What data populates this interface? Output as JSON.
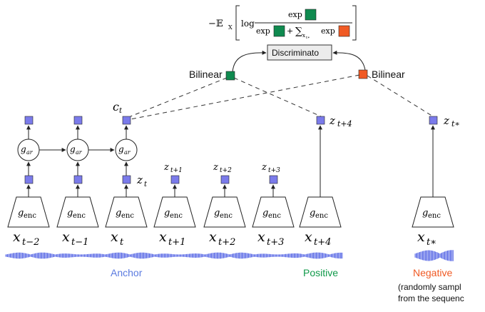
{
  "formula": {
    "prefix": "−𝔼",
    "prefix_sub": "X",
    "log": "log",
    "numerator": "exp",
    "den_left": "exp",
    "den_plus": "+",
    "den_sum": "∑",
    "den_sum_sub": "x",
    "den_sum_sub2": "t∗",
    "den_right": "exp",
    "pos_color": "#0f8a4f",
    "neg_color": "#f05a24"
  },
  "discriminator": {
    "label": "Discriminato"
  },
  "bilinear": {
    "left_label": "Bilinear",
    "right_label": "Bilinear"
  },
  "context": {
    "label": "c",
    "label_sub": "t"
  },
  "autoregressive": {
    "label": "g",
    "label_sub": "ar"
  },
  "encoders": {
    "label": "g",
    "label_sub": "enc"
  },
  "inputs": [
    {
      "base": "x",
      "sub": "t−2"
    },
    {
      "base": "x",
      "sub": "t−1"
    },
    {
      "base": "x",
      "sub": "t"
    },
    {
      "base": "x",
      "sub": "t+1"
    },
    {
      "base": "x",
      "sub": "t+2"
    },
    {
      "base": "x",
      "sub": "t+3"
    },
    {
      "base": "x",
      "sub": "t+4"
    },
    {
      "base": "x",
      "sub": "t∗"
    }
  ],
  "latents": [
    {
      "base": "z",
      "sub": "t"
    },
    {
      "base": "z",
      "sub": "t+1"
    },
    {
      "base": "z",
      "sub": "t+2"
    },
    {
      "base": "z",
      "sub": "t+3"
    }
  ],
  "targets": {
    "positive": {
      "base": "z",
      "sub": "t+4"
    },
    "negative": {
      "base": "z",
      "sub": "t∗"
    }
  },
  "captions": {
    "anchor": "Anchor",
    "positive": "Positive",
    "negative": "Negative",
    "note_line1": "(randomly sampl",
    "note_line2": "from the sequenc"
  },
  "colors": {
    "node_fill": "#7b7bea",
    "anchor": "#5b7be0",
    "positive": "#109a4a",
    "negative": "#f05a24",
    "wave": "#3548e0"
  }
}
